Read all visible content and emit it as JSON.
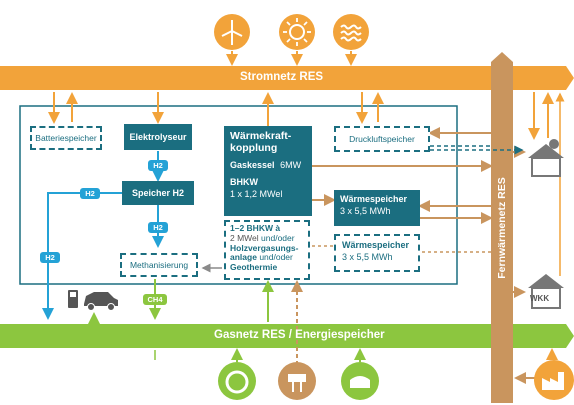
{
  "buses": {
    "strom": "Stromnetz RES",
    "gas": "Gasnetz RES / Energiespeicher",
    "fernwaerme": "Fernwärmenetz RES"
  },
  "boxes": {
    "batteriespeicher": "Batteriespeicher",
    "elektrolyseur": "Elektrolyseur",
    "speicher_h2": "Speicher H2",
    "methanisierung": "Methanisierung",
    "wkk_title": "Wärmekraft-\nkopplung",
    "wkk_gaskessel_label": "Gaskessel",
    "wkk_gaskessel_value": "6MW",
    "wkk_bhkw_label": "BHKW",
    "wkk_bhkw_value": "1 x 1,2 MWel",
    "bhkw_options_head": "1–2 BHKW à",
    "bhkw_options_line1": "2 MWel",
    "bhkw_options_line1b": "und/oder",
    "bhkw_options_line2": "Holzvergasungs-",
    "bhkw_options_line3": "anlage",
    "bhkw_options_line3b": "und/oder",
    "bhkw_options_line4": "Geothermie",
    "druckluftspeicher": "Druckluftspeicher",
    "waermespeicher_1_title": "Wärmespeicher",
    "waermespeicher_1_value": "3 x 5,5 MWh",
    "waermespeicher_2_title": "Wärmespeicher",
    "waermespeicher_2_value": "3 x 5,5 MWh"
  },
  "tags": {
    "h2_a": "H2",
    "h2_b": "H2",
    "h2_c": "H2",
    "h2_d": "H2",
    "ch4": "CH4"
  },
  "labels": {
    "wkk": "WKK"
  },
  "icons": [
    "wind-turbine-icon",
    "sun-icon",
    "water-waves-icon",
    "house-solar-icon",
    "house-icon",
    "ev-charging-car-icon",
    "biogas-plant-icon",
    "gas-storage-icon",
    "gas-tank-icon",
    "factory-icon"
  ],
  "colors": {
    "orange": "#f2a33a",
    "teal": "#1b6e80",
    "blue": "#24a2d6",
    "green": "#8cc63f",
    "brown": "#c9955e"
  }
}
